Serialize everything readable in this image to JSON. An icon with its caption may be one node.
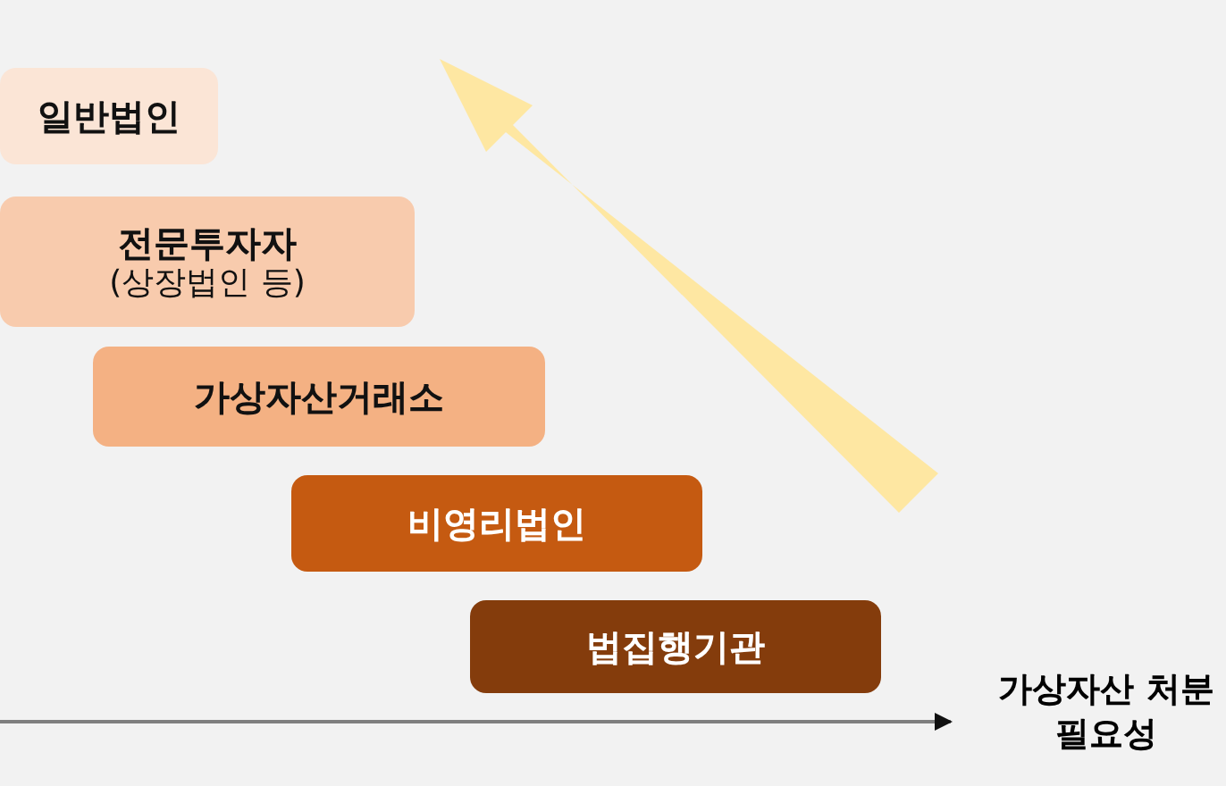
{
  "diagram": {
    "nodes": [
      {
        "text": [
          "일반법인"
        ]
      },
      {
        "text": [
          "전문투자자",
          "(상장법인 등)"
        ]
      },
      {
        "text": [
          "가상자산거래소"
        ]
      },
      {
        "text": [
          "비영리법인"
        ]
      },
      {
        "text": [
          "법집행기관"
        ]
      }
    ],
    "labels": [
      "가상자산 처분필요성"
    ]
  }
}
